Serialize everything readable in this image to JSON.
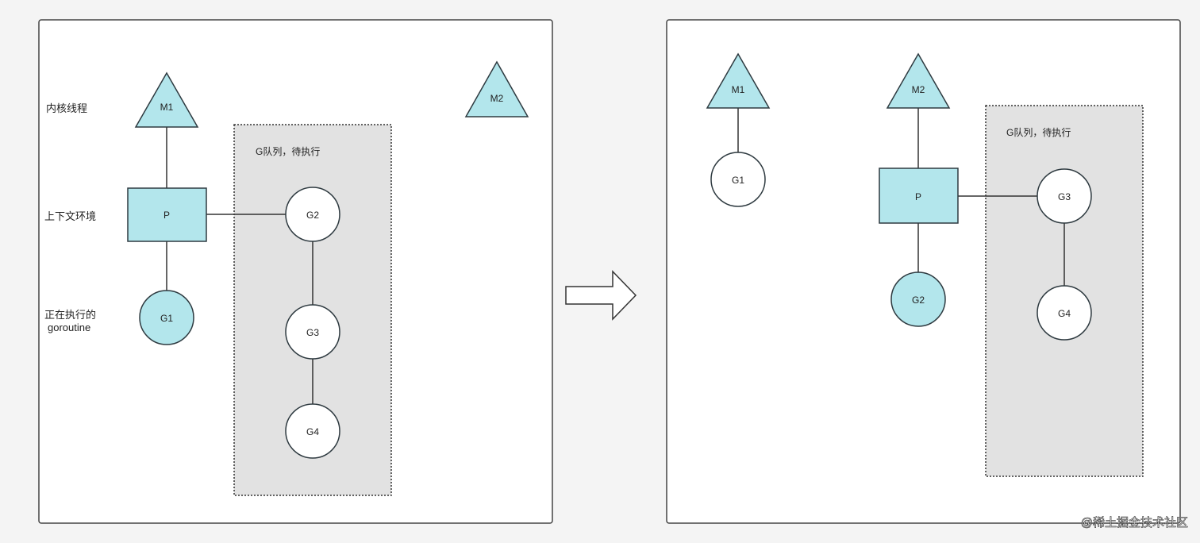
{
  "colors": {
    "node_fill": "#b3e6ec",
    "node_stroke": "#2e3a40",
    "panel_bg": "#ffffff",
    "panel_border": "#444444",
    "queue_fill": "#e2e2e2",
    "watermark": "#ffffff"
  },
  "left_panel": {
    "labels": {
      "kernel_thread": "内核线程",
      "context": "上下文环境",
      "running_line1": "正在执行的",
      "running_line2": "goroutine"
    },
    "queue_label": "G队列，待执行",
    "nodes": {
      "m1": "M1",
      "m2": "M2",
      "p": "P",
      "g1": "G1",
      "g2": "G2",
      "g3": "G3",
      "g4": "G4"
    }
  },
  "right_panel": {
    "queue_label": "G队列，待执行",
    "nodes": {
      "m1": "M1",
      "m2": "M2",
      "g1": "G1",
      "p": "P",
      "g2": "G2",
      "g3": "G3",
      "g4": "G4"
    }
  },
  "watermark": "@稀土掘金技术社区"
}
